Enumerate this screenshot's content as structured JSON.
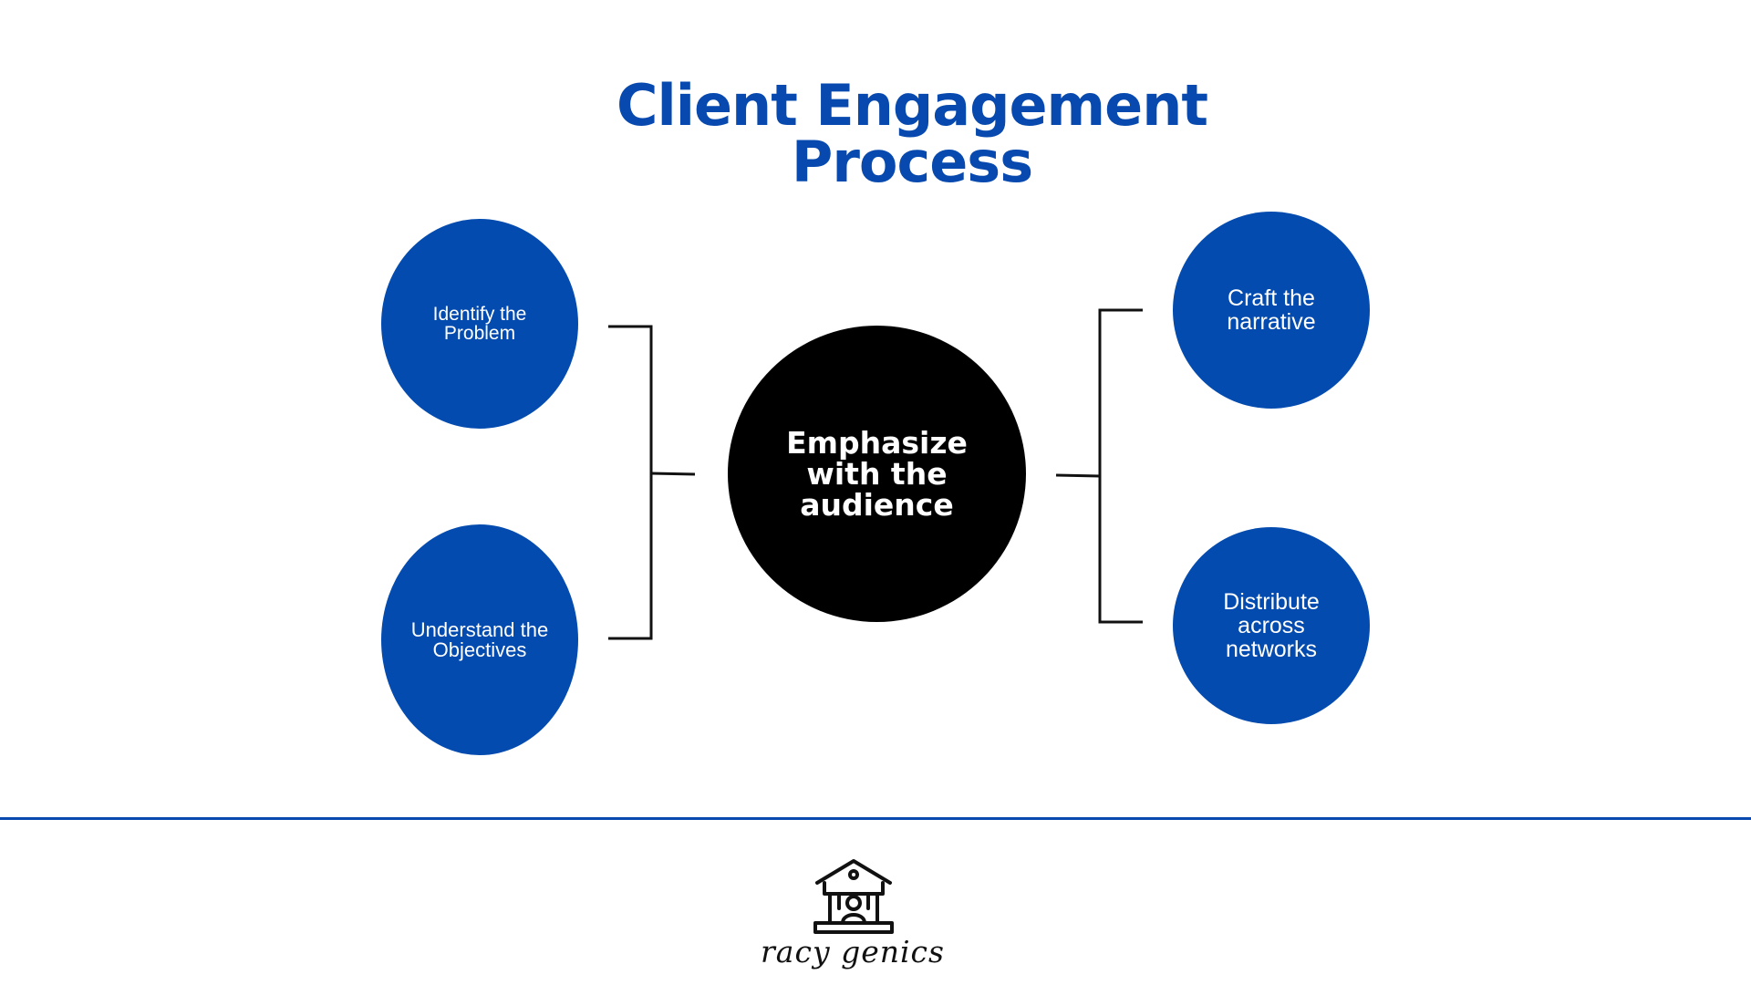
{
  "title": {
    "line1": "Client Engagement",
    "line2": "Process"
  },
  "nodes": {
    "identify": {
      "line1": "Identify the",
      "line2": "Problem"
    },
    "understand": {
      "line1": "Understand the",
      "line2": "Objectives"
    },
    "center": {
      "line1": "Emphasize",
      "line2": "with the",
      "line3": "audience"
    },
    "craft": {
      "line1": "Craft the",
      "line2": "narrative"
    },
    "distribute": {
      "line1": "Distribute",
      "line2": "across",
      "line3": "networks"
    }
  },
  "brand": {
    "name": "racy genics",
    "icon": "school-building-icon"
  },
  "colors": {
    "accent_blue": "#034baf",
    "title_blue": "#0749ae",
    "center_node": "#000000",
    "connector": "#111111"
  }
}
